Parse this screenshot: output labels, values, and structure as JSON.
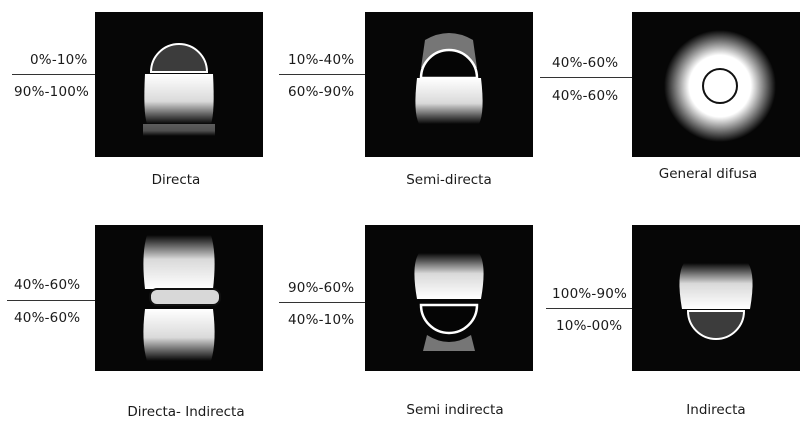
{
  "colors": {
    "background": "#ffffff",
    "panel": "#060606",
    "light": "#ffffff",
    "dark_lens": "#3c3c3c",
    "text": "#1a1a1a"
  },
  "cards": [
    {
      "type": "directa",
      "upper": "0%-10%",
      "lower": "90%-100%",
      "label": "Directa"
    },
    {
      "type": "semi-directa",
      "upper": "10%-40%",
      "lower": "60%-90%",
      "label": "Semi-directa"
    },
    {
      "type": "general-difusa",
      "upper": "40%-60%",
      "lower": "40%-60%",
      "label": "General difusa"
    },
    {
      "type": "directa-indirecta",
      "upper": "40%-60%",
      "lower": "40%-60%",
      "label": "Directa- Indirecta"
    },
    {
      "type": "semi-indirecta",
      "upper": "90%-60%",
      "lower": "40%-10%",
      "label": "Semi indirecta"
    },
    {
      "type": "indirecta",
      "upper": "100%-90%",
      "lower": "10%-00%",
      "label": "Indirecta"
    }
  ]
}
